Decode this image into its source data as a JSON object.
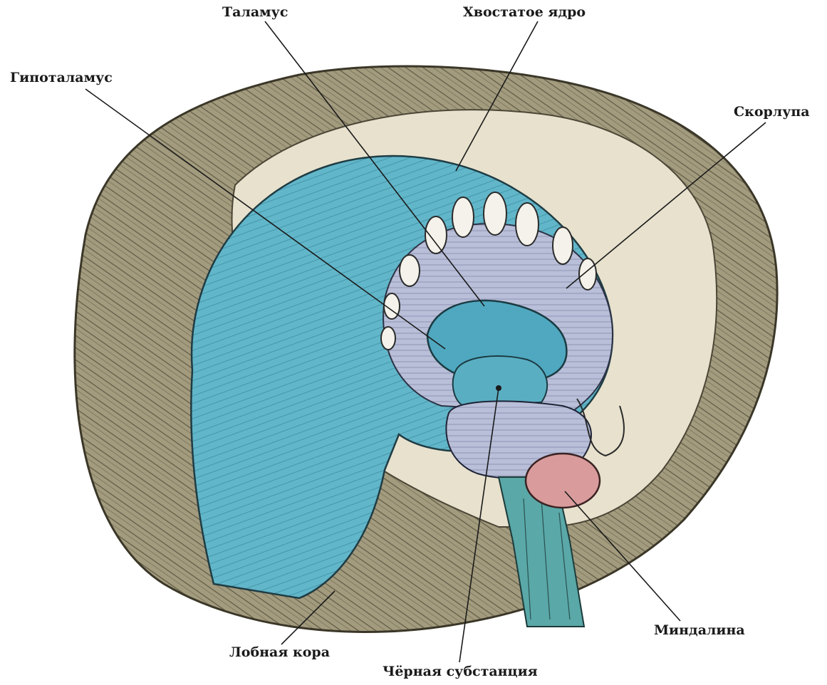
{
  "diagram": {
    "labels": {
      "thalamus": "Таламус",
      "caudate_nucleus": "Хвостатое ядро",
      "hypothalamus": "Гипоталамус",
      "putamen": "Скорлупа",
      "amygdala": "Миндалина",
      "frontal_cortex": "Лобная кора",
      "substantia_nigra": "Чёрная субстанция"
    }
  },
  "colors": {
    "cortex_outer": "#9c9478",
    "cortex_inner": "#e8e2cf",
    "basal_ganglia": "#5fb5c8",
    "thalamus_blue": "#4ea8bf",
    "amygdala_pink": "#d99b9b",
    "brainstem": "#5aa8a8",
    "line": "#1a1a1a"
  }
}
